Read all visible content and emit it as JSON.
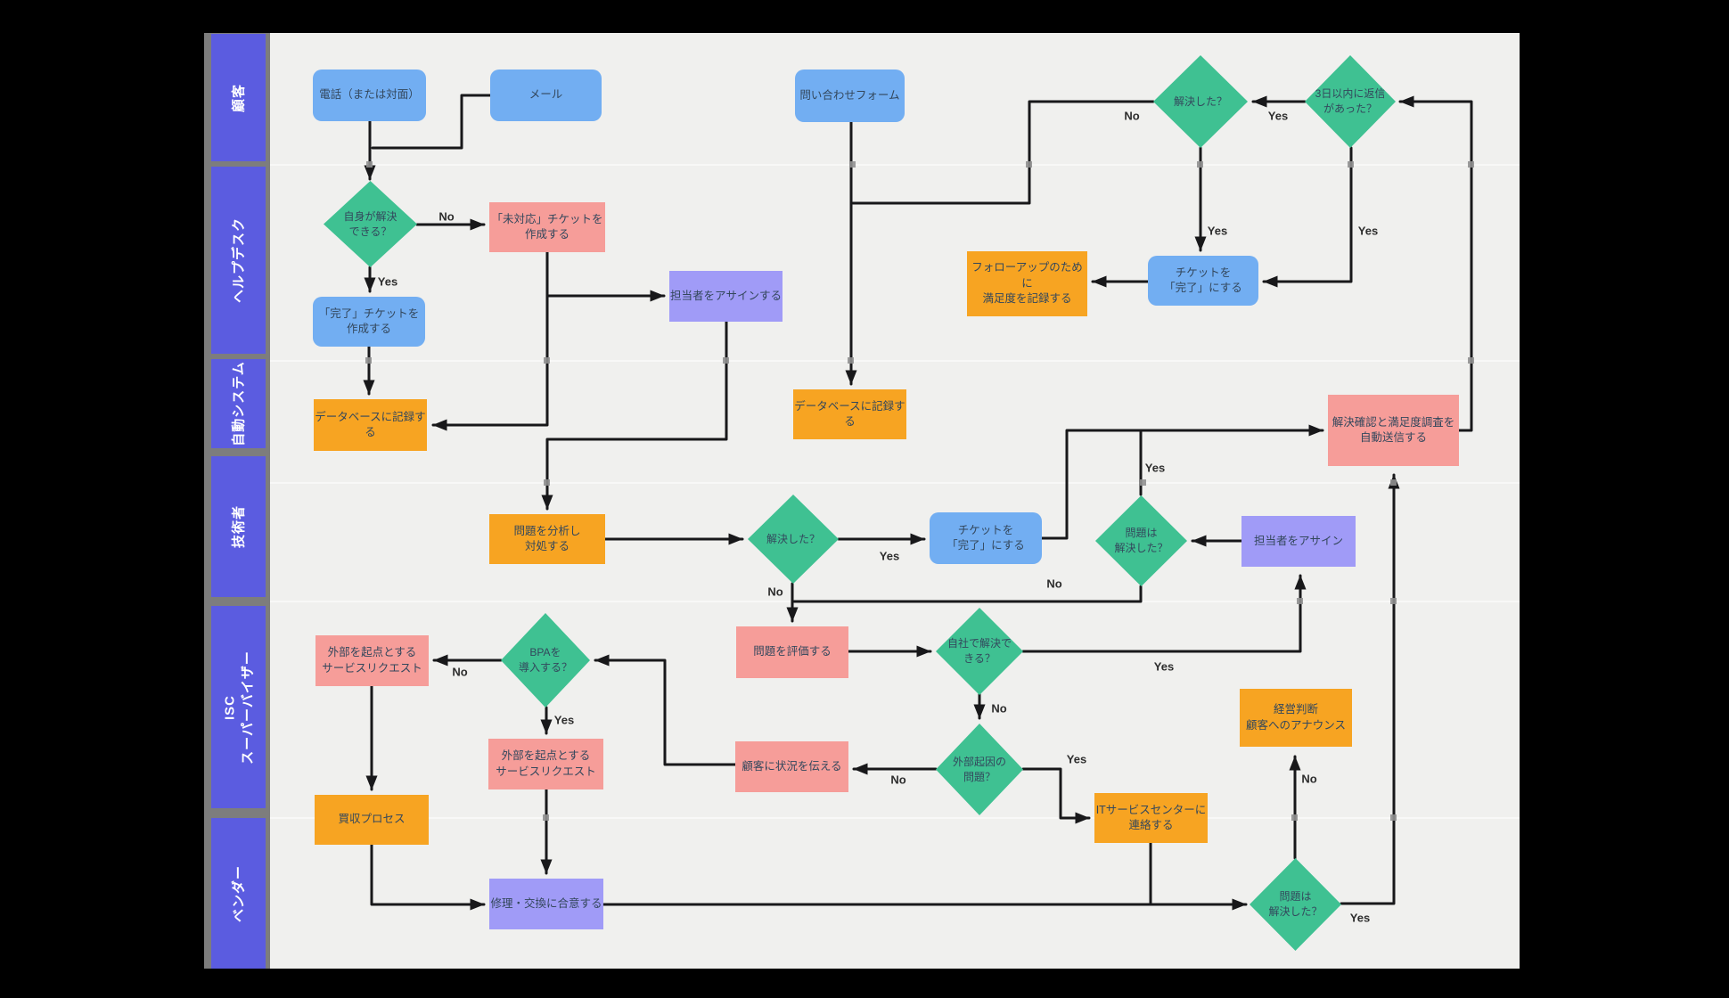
{
  "lanes": [
    {
      "label": "顧客"
    },
    {
      "label": "ヘルプデスク"
    },
    {
      "label": "自動システム"
    },
    {
      "label": "技術者"
    },
    {
      "label": "ISC\nスーパーバイザー"
    },
    {
      "label": "ベンダー"
    }
  ],
  "nodes": [
    {
      "shape": "rounded",
      "color": "blue",
      "label": "電話（または対面）"
    },
    {
      "shape": "rounded",
      "color": "blue",
      "label": "メール"
    },
    {
      "shape": "rounded",
      "color": "blue",
      "label": "問い合わせフォーム"
    },
    {
      "shape": "decision",
      "color": "green",
      "label": "解決した？"
    },
    {
      "shape": "decision",
      "color": "green",
      "label": "3日以内に返信\nがあった？"
    },
    {
      "shape": "decision",
      "color": "green",
      "label": "自身が解決\nできる？"
    },
    {
      "shape": "process",
      "color": "pink",
      "label": "「未対応」チケットを\n作成する"
    },
    {
      "shape": "rounded",
      "color": "blue",
      "label": "「完了」チケットを\n作成する"
    },
    {
      "shape": "process",
      "color": "violet",
      "label": "担当者をアサインする"
    },
    {
      "shape": "rounded",
      "color": "blue",
      "label": "チケットを\n「完了」にする"
    },
    {
      "shape": "process",
      "color": "orange",
      "label": "フォローアップのために\n満足度を記録する"
    },
    {
      "shape": "process",
      "color": "orange",
      "label": "データベースに記録する"
    },
    {
      "shape": "process",
      "color": "orange",
      "label": "データベースに記録する"
    },
    {
      "shape": "process",
      "color": "pink",
      "label": "解決確認と満足度調査を\n自動送信する"
    },
    {
      "shape": "process",
      "color": "orange",
      "label": "問題を分析し\n対処する"
    },
    {
      "shape": "decision",
      "color": "green",
      "label": "解決した？"
    },
    {
      "shape": "rounded",
      "color": "blue",
      "label": "チケットを\n「完了」にする"
    },
    {
      "shape": "decision",
      "color": "green",
      "label": "問題は\n解決した？"
    },
    {
      "shape": "process",
      "color": "violet",
      "label": "担当者をアサイン"
    },
    {
      "shape": "process",
      "color": "pink",
      "label": "外部を起点とする\nサービスリクエスト"
    },
    {
      "shape": "decision",
      "color": "green",
      "label": "BPAを\n導入する？"
    },
    {
      "shape": "process",
      "color": "pink",
      "label": "問題を評価する"
    },
    {
      "shape": "decision",
      "color": "green",
      "label": "自社で解決で\nきる？"
    },
    {
      "shape": "process",
      "color": "orange",
      "label": "経営判断\n顧客へのアナウンス"
    },
    {
      "shape": "process",
      "color": "pink",
      "label": "顧客に状況を伝える"
    },
    {
      "shape": "process",
      "color": "pink",
      "label": "外部を起点とする\nサービスリクエスト"
    },
    {
      "shape": "decision",
      "color": "green",
      "label": "外部起因の\n問題？"
    },
    {
      "shape": "process",
      "color": "orange",
      "label": "ITサービスセンターに\n連絡する"
    },
    {
      "shape": "process",
      "color": "orange",
      "label": "買収プロセス"
    },
    {
      "shape": "process",
      "color": "violet",
      "label": "修理・交換に合意する"
    },
    {
      "shape": "decision",
      "color": "green",
      "label": "問題は\n解決した？"
    }
  ],
  "edge_labels": [
    {
      "text": "No"
    },
    {
      "text": "Yes"
    },
    {
      "text": "Yes"
    },
    {
      "text": "Yes"
    },
    {
      "text": "No"
    },
    {
      "text": "Yes"
    },
    {
      "text": "Yes"
    },
    {
      "text": "No"
    },
    {
      "text": "No"
    },
    {
      "text": "Yes"
    },
    {
      "text": "Yes"
    },
    {
      "text": "No"
    },
    {
      "text": "Yes"
    },
    {
      "text": "No"
    },
    {
      "text": "No"
    },
    {
      "text": "Yes"
    },
    {
      "text": "No"
    },
    {
      "text": "Yes"
    }
  ],
  "colors": {
    "background": "#000000",
    "canvas": "#f0f0ee",
    "lane_strip": "#7d7d7d",
    "lane_fill": "#5b5ce0",
    "node_blue": "#72aef2",
    "node_pink": "#f69d99",
    "node_orange": "#f7a422",
    "node_violet": "#a09bf7",
    "node_green": "#3fc192",
    "connector": "#18181a",
    "node_text": "#33475c"
  }
}
